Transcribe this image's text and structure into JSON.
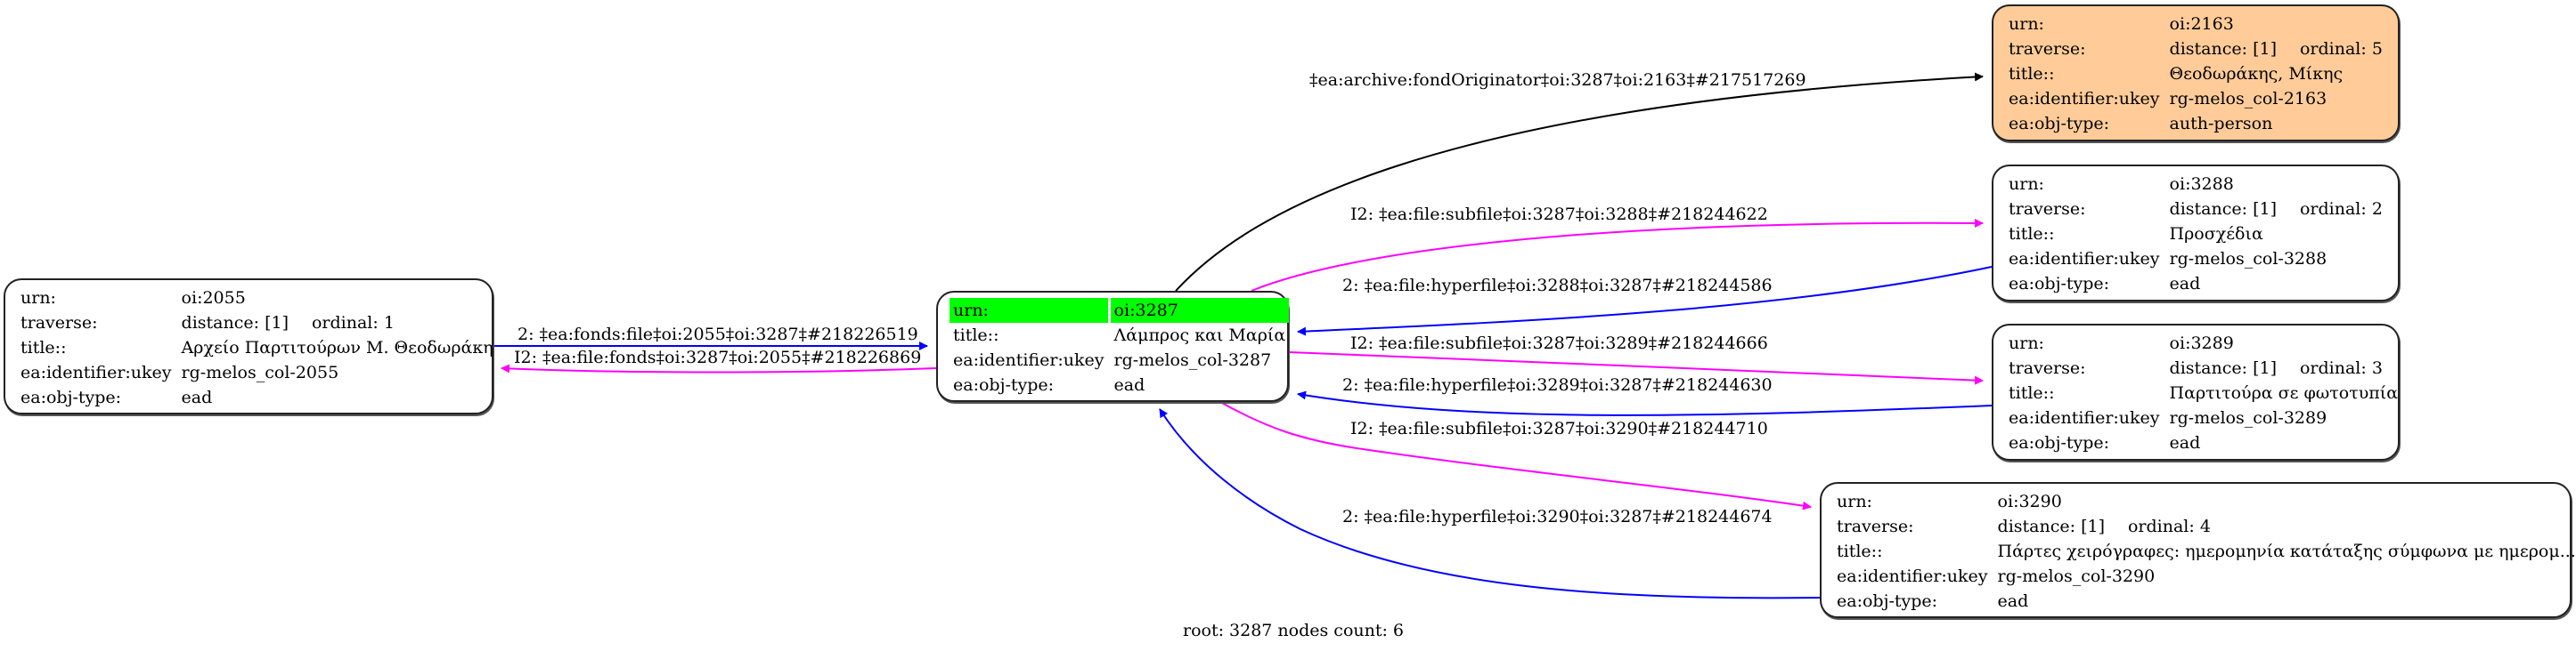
{
  "graph": {
    "footer": "root: 3287 nodes count: 6",
    "colors": {
      "inverse_edge": "#ff00ff",
      "forward_edge": "#0000ff",
      "originator_edge": "#000000",
      "root_highlight": "#00ff00",
      "person_fill": "#ffcc99"
    },
    "keys": {
      "urn": "urn:",
      "traverse": "traverse:",
      "title": "title::",
      "ukey": "ea:identifier:ukey",
      "objtype": "ea:obj-type:"
    },
    "nodes": {
      "n2055": {
        "urn": "oi:2055",
        "distance": "distance: [1]",
        "ordinal": "ordinal: 1",
        "title": "Αρχείο Παρτιτούρων Μ. Θεοδωράκη",
        "ukey": "rg-melos_col-2055",
        "objtype": "ead"
      },
      "n3287": {
        "urn": "oi:3287",
        "title": "Λάμπρος και Μαρία",
        "ukey": "rg-melos_col-3287",
        "objtype": "ead"
      },
      "n2163": {
        "urn": "oi:2163",
        "distance": "distance: [1]",
        "ordinal": "ordinal: 5",
        "title": "Θεοδωράκης, Μίκης",
        "ukey": "rg-melos_col-2163",
        "objtype": "auth-person"
      },
      "n3288": {
        "urn": "oi:3288",
        "distance": "distance: [1]",
        "ordinal": "ordinal: 2",
        "title": "Προσχέδια",
        "ukey": "rg-melos_col-3288",
        "objtype": "ead"
      },
      "n3289": {
        "urn": "oi:3289",
        "distance": "distance: [1]",
        "ordinal": "ordinal: 3",
        "title": "Παρτιτούρα σε φωτοτυπία",
        "ukey": "rg-melos_col-3289",
        "objtype": "ead"
      },
      "n3290": {
        "urn": "oi:3290",
        "distance": "distance: [1]",
        "ordinal": "ordinal: 4",
        "title": "Πάρτες χειρόγραφες: ημερομηνία κατάταξης σύμφωνα με ημερομ...",
        "ukey": "rg-melos_col-3290",
        "objtype": "ead"
      }
    },
    "edges": [
      {
        "id": "e1",
        "label": "2: ‡ea:fonds:file‡oi:2055‡oi:3287‡#218226519",
        "from": "oi:2055",
        "to": "oi:3287",
        "kind": "forward"
      },
      {
        "id": "e2",
        "label": "I2: ‡ea:file:fonds‡oi:3287‡oi:2055‡#218226869",
        "from": "oi:3287",
        "to": "oi:2055",
        "kind": "inverse"
      },
      {
        "id": "e3",
        "label": "‡ea:archive:fondOriginator‡oi:3287‡oi:2163‡#217517269",
        "from": "oi:3287",
        "to": "oi:2163",
        "kind": "originator"
      },
      {
        "id": "e4",
        "label": "I2: ‡ea:file:subfile‡oi:3287‡oi:3288‡#218244622",
        "from": "oi:3287",
        "to": "oi:3288",
        "kind": "inverse"
      },
      {
        "id": "e5",
        "label": "2: ‡ea:file:hyperfile‡oi:3288‡oi:3287‡#218244586",
        "from": "oi:3288",
        "to": "oi:3287",
        "kind": "forward"
      },
      {
        "id": "e6",
        "label": "I2: ‡ea:file:subfile‡oi:3287‡oi:3289‡#218244666",
        "from": "oi:3287",
        "to": "oi:3289",
        "kind": "inverse"
      },
      {
        "id": "e7",
        "label": "2: ‡ea:file:hyperfile‡oi:3289‡oi:3287‡#218244630",
        "from": "oi:3289",
        "to": "oi:3287",
        "kind": "forward"
      },
      {
        "id": "e8",
        "label": "I2: ‡ea:file:subfile‡oi:3287‡oi:3290‡#218244710",
        "from": "oi:3287",
        "to": "oi:3290",
        "kind": "inverse"
      },
      {
        "id": "e9",
        "label": "2: ‡ea:file:hyperfile‡oi:3290‡oi:3287‡#218244674",
        "from": "oi:3290",
        "to": "oi:3287",
        "kind": "forward"
      }
    ]
  }
}
